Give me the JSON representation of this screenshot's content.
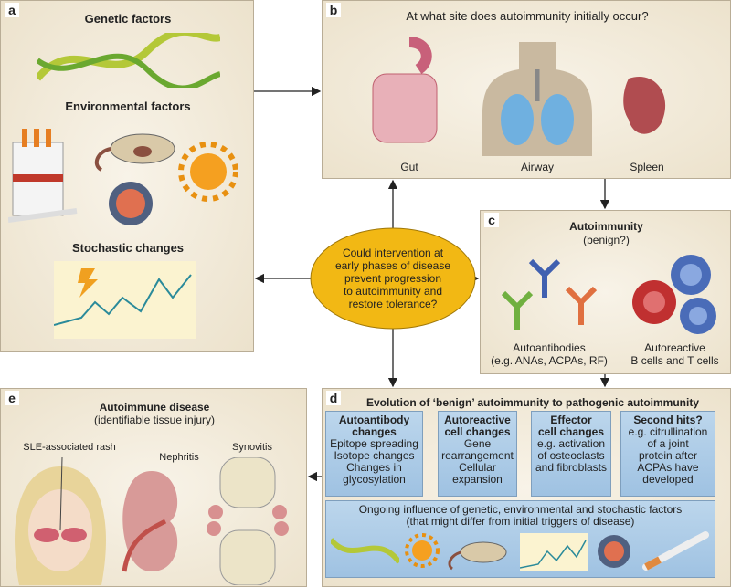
{
  "panel_a": {
    "label": "a",
    "genetic": "Genetic factors",
    "environmental": "Environmental factors",
    "stochastic": "Stochastic changes"
  },
  "panel_b": {
    "label": "b",
    "title": "At what site does autoimmunity initially occur?",
    "sites": [
      "Gut",
      "Airway",
      "Spleen"
    ]
  },
  "panel_c": {
    "label": "c",
    "title": "Autoimmunity",
    "subtitle": "(benign?)",
    "autoantibodies": "Autoantibodies",
    "autoantibodies_eg": "(e.g. ANAs, ACPAs, RF)",
    "autoreactive": "Autoreactive",
    "autoreactive_cells": "B cells and T cells"
  },
  "center": {
    "line1": "Could intervention at",
    "line2": "early phases of disease",
    "line3": "prevent progression",
    "line4": "to autoimmunity and",
    "line5": "restore tolerance?"
  },
  "panel_d": {
    "label": "d",
    "title": "Evolution of ‘benign’ autoimmunity to pathogenic autoimmunity",
    "boxes": [
      {
        "h1": "Autoantibody",
        "h2": "changes",
        "l1": "Epitope spreading",
        "l2": "Isotope changes",
        "l3": "Changes in",
        "l4": "glycosylation",
        "l5": ""
      },
      {
        "h1": "Autoreactive",
        "h2": "cell changes",
        "l1": "Gene",
        "l2": "rearrangement",
        "l3": "Cellular",
        "l4": "expansion",
        "l5": ""
      },
      {
        "h1": "Effector",
        "h2": "cell changes",
        "l1": "e.g. activation",
        "l2": "of osteoclasts",
        "l3": "and fibroblasts",
        "l4": "",
        "l5": ""
      },
      {
        "h1": "Second hits?",
        "h2": "",
        "l1": "e.g. citrullination",
        "l2": "of a joint",
        "l3": "protein after",
        "l4": "ACPAs have",
        "l5": "developed"
      }
    ],
    "ongoing1": "Ongoing influence of genetic, environmental and stochastic factors",
    "ongoing2": "(that might differ from initial triggers of disease)"
  },
  "panel_e": {
    "label": "e",
    "title": "Autoimmune disease",
    "subtitle": "(identifiable tissue injury)",
    "rash": "SLE-associated rash",
    "nephritis": "Nephritis",
    "synovitis": "Synovitis"
  },
  "colors": {
    "panel_bg": "#efe6d4",
    "box_blue": "#a9c9e6",
    "ellipse": "#f2b814"
  }
}
